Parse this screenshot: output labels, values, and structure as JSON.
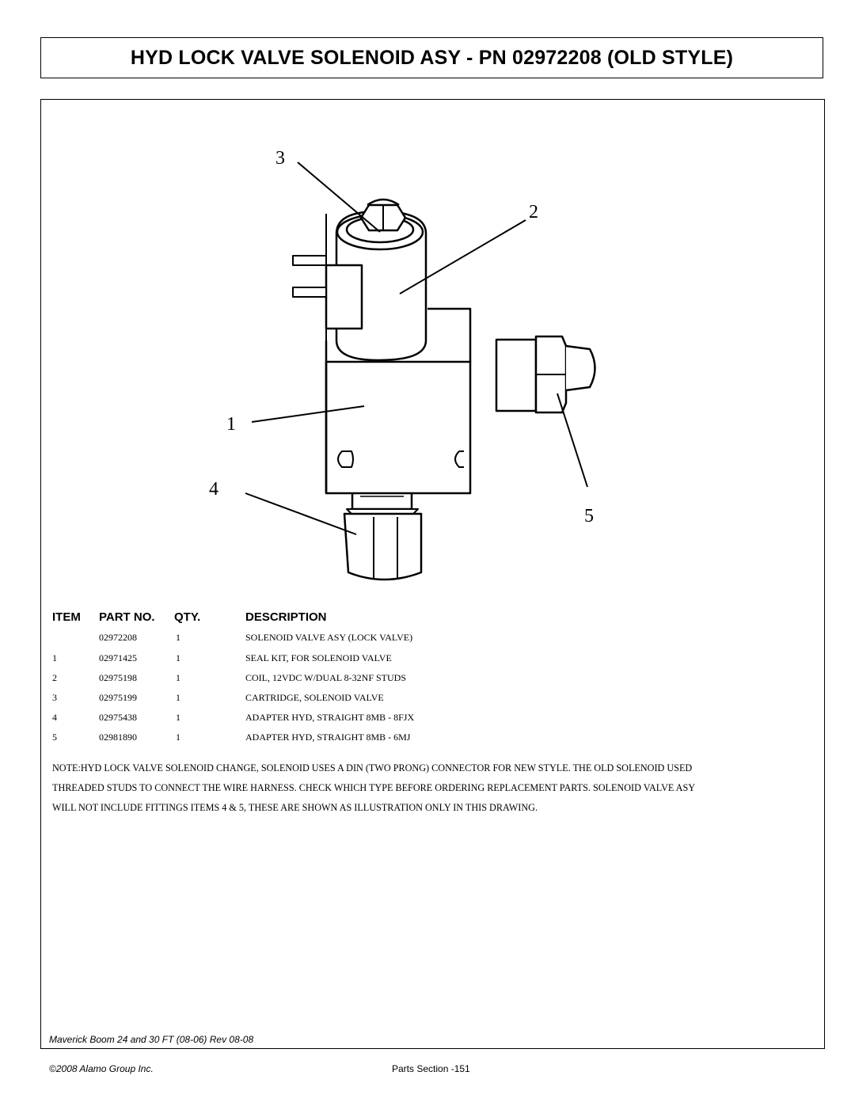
{
  "title": "HYD LOCK VALVE SOLENOID ASY - PN 02972208 (OLD STYLE)",
  "diagram": {
    "callouts": [
      "1",
      "2",
      "3",
      "4",
      "5"
    ]
  },
  "parts_table": {
    "headers": {
      "item": "ITEM",
      "part_no": "PART NO.",
      "qty": "QTY.",
      "description": "DESCRIPTION"
    },
    "rows": [
      {
        "item": "",
        "part_no": "02972208",
        "qty": "1",
        "description": "SOLENOID VALVE ASY (LOCK VALVE)"
      },
      {
        "item": "1",
        "part_no": "02971425",
        "qty": "1",
        "description": "SEAL KIT, FOR SOLENOID VALVE"
      },
      {
        "item": "2",
        "part_no": "02975198",
        "qty": "1",
        "description": "COIL, 12VDC W/DUAL 8-32NF STUDS"
      },
      {
        "item": "3",
        "part_no": "02975199",
        "qty": "1",
        "description": "CARTRIDGE, SOLENOID VALVE"
      },
      {
        "item": "4",
        "part_no": "02975438",
        "qty": "1",
        "description": "ADAPTER HYD, STRAIGHT 8MB - 8FJX"
      },
      {
        "item": "5",
        "part_no": "02981890",
        "qty": "1",
        "description": "ADAPTER HYD, STRAIGHT 8MB - 6MJ"
      }
    ]
  },
  "note": {
    "lines": [
      "NOTE:HYD LOCK VALVE SOLENOID CHANGE, SOLENOID USES A DIN (TWO PRONG) CONNECTOR FOR NEW STYLE. THE OLD SOLENOID USED",
      "THREADED STUDS TO CONNECT THE WIRE HARNESS. CHECK WHICH TYPE BEFORE ORDERING REPLACEMENT PARTS. SOLENOID VALVE ASY",
      "WILL NOT INCLUDE FITTINGS ITEMS 4 & 5, THESE ARE SHOWN AS ILLUSTRATION ONLY IN THIS DRAWING."
    ]
  },
  "footer": {
    "document": "Maverick Boom 24 and 30 FT (08-06) Rev 08-08",
    "copyright": "©2008 Alamo Group Inc.",
    "page": "Parts Section -151"
  }
}
